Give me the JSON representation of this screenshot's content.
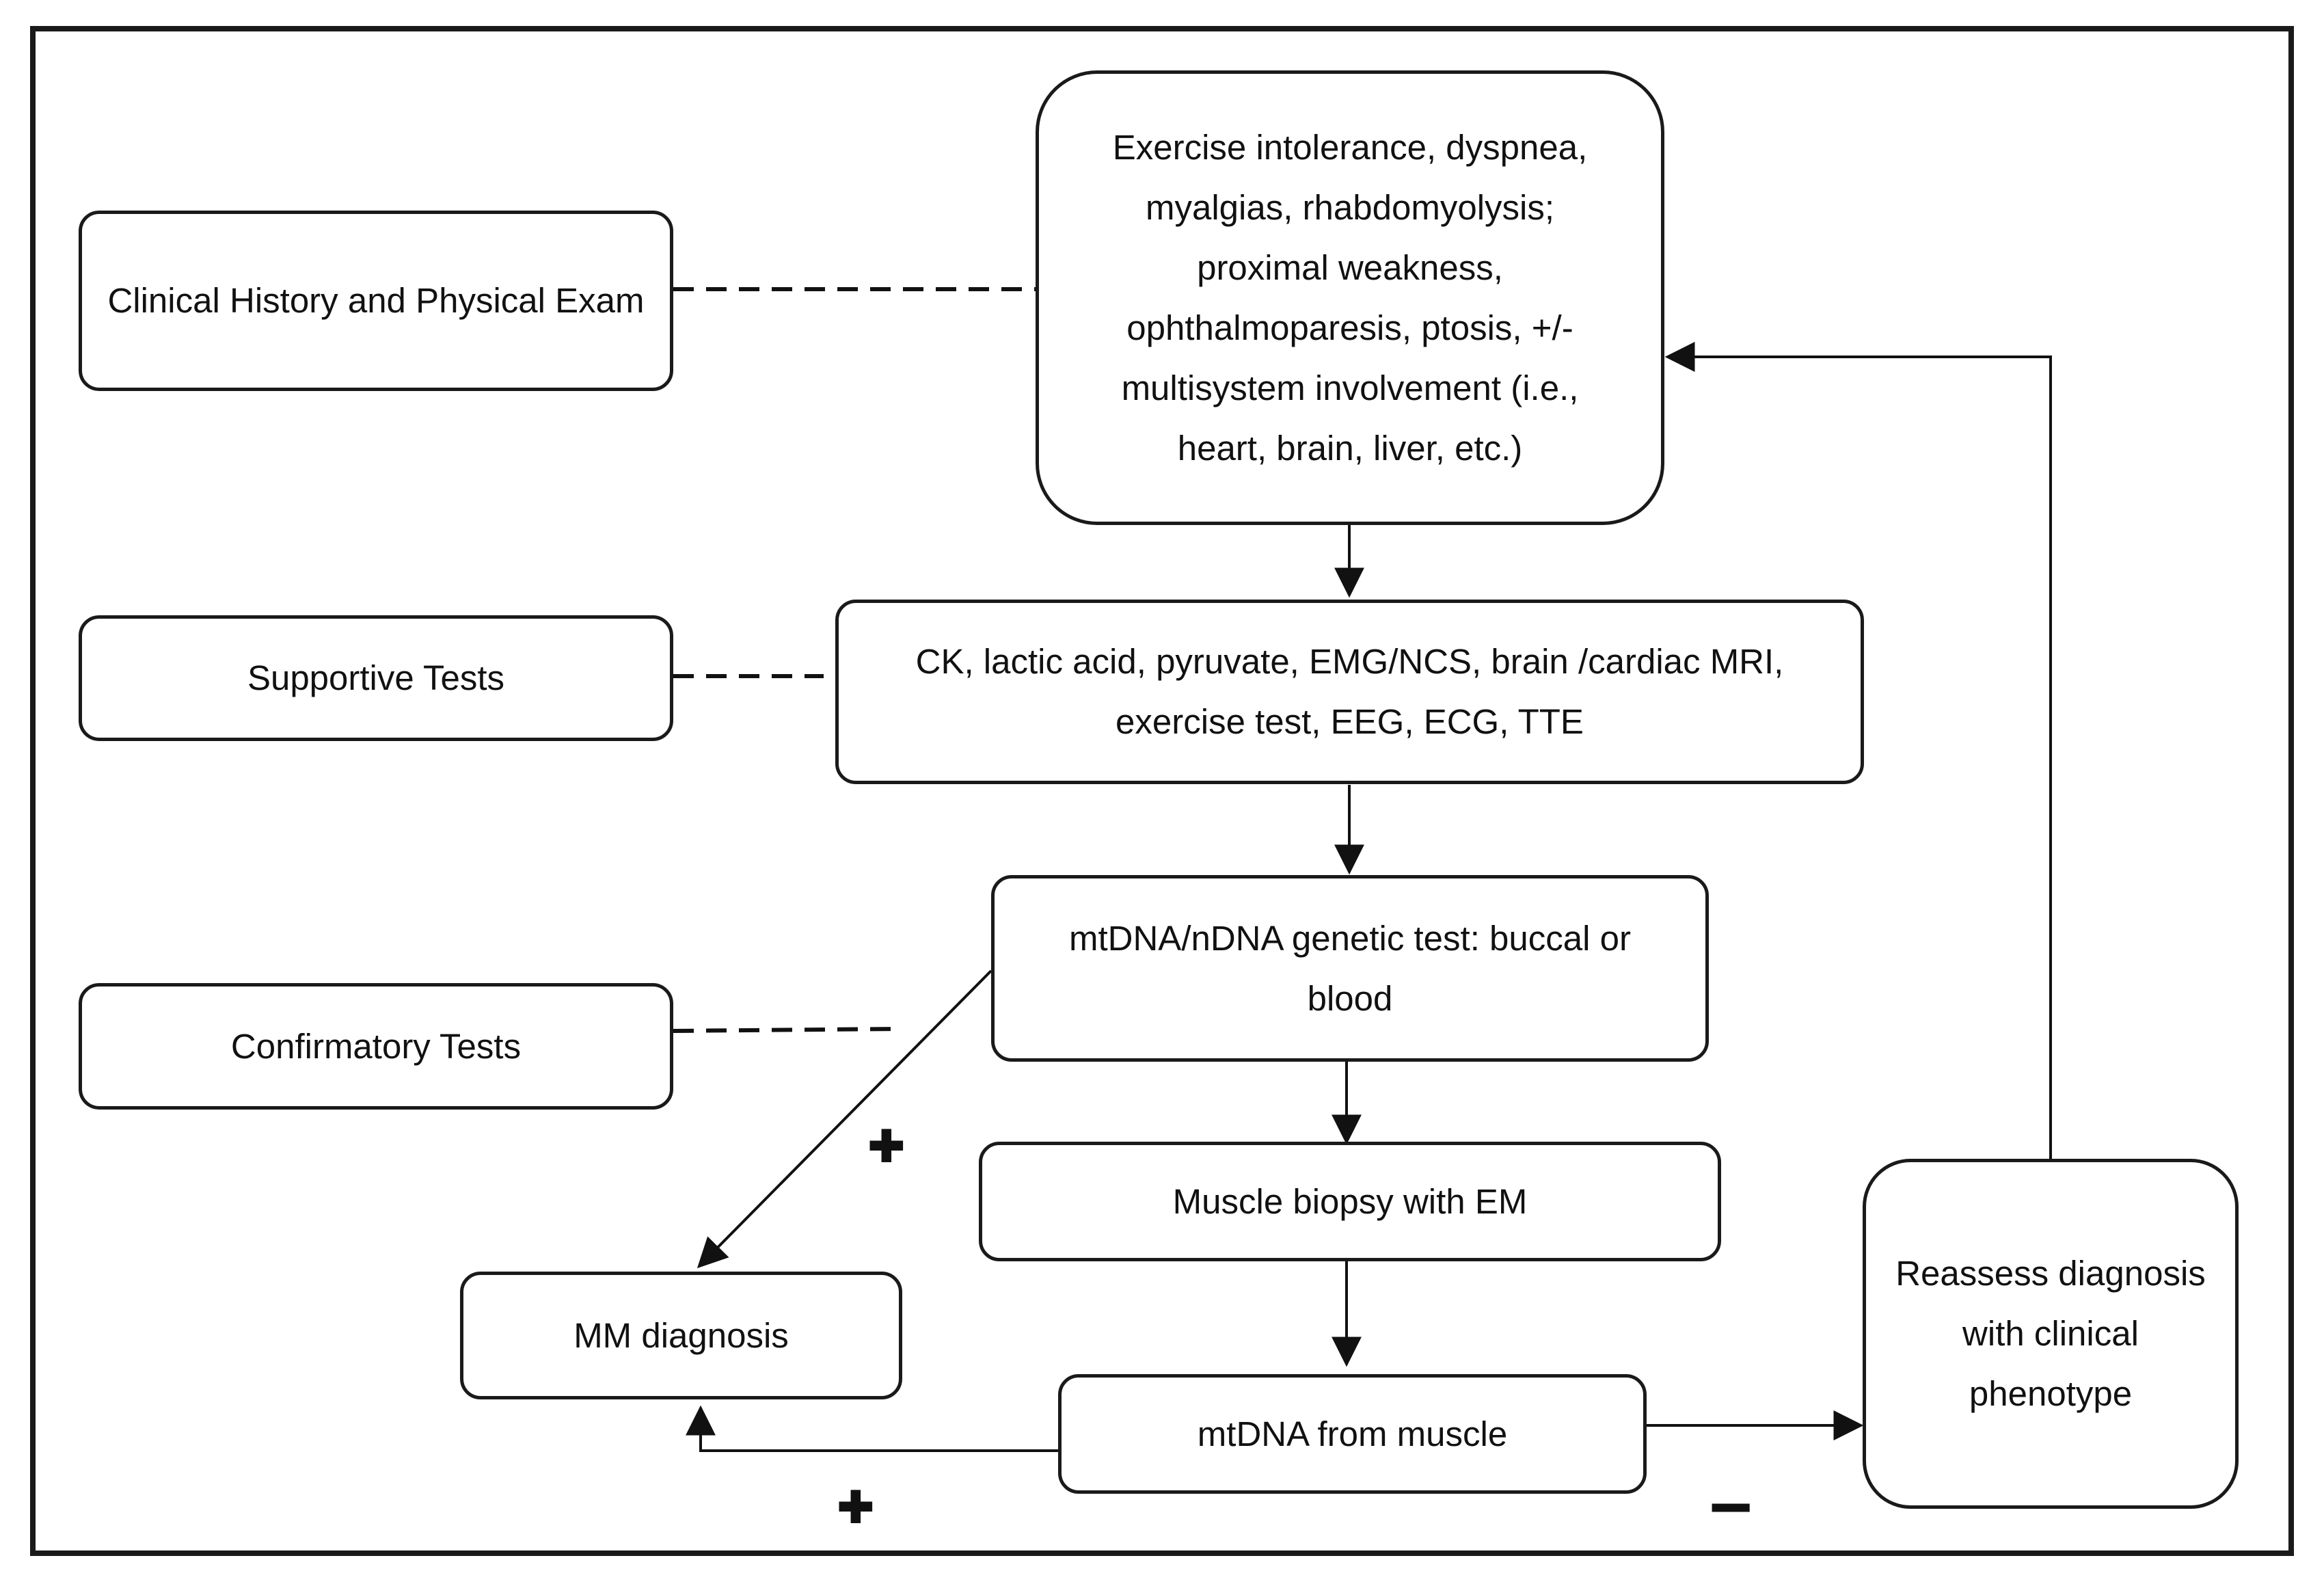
{
  "boxes": {
    "history_label": "Clinical History and Physical Exam",
    "supportive_label": "Supportive Tests",
    "confirmatory_label": "Confirmatory Tests",
    "symptoms": "Exercise intolerance, dyspnea, myalgias, rhabdomyolysis; proximal weakness, ophthalmoparesis, ptosis, +/- multisystem involvement (i.e., heart, brain, liver, etc.)",
    "supportive_tests": "CK, lactic acid, pyruvate, EMG/NCS, brain /cardiac MRI, exercise test, EEG, ECG, TTE",
    "genetic_test": "mtDNA/nDNA genetic test: buccal or blood",
    "muscle_biopsy": "Muscle biopsy with EM",
    "mtdna_muscle": "mtDNA from muscle",
    "mm_diagnosis": "MM diagnosis",
    "reassess": "Reassess diagnosis with clinical phenotype"
  },
  "signs": {
    "positive_genetic": "✚",
    "positive_muscle": "✚",
    "negative_muscle": "−"
  }
}
